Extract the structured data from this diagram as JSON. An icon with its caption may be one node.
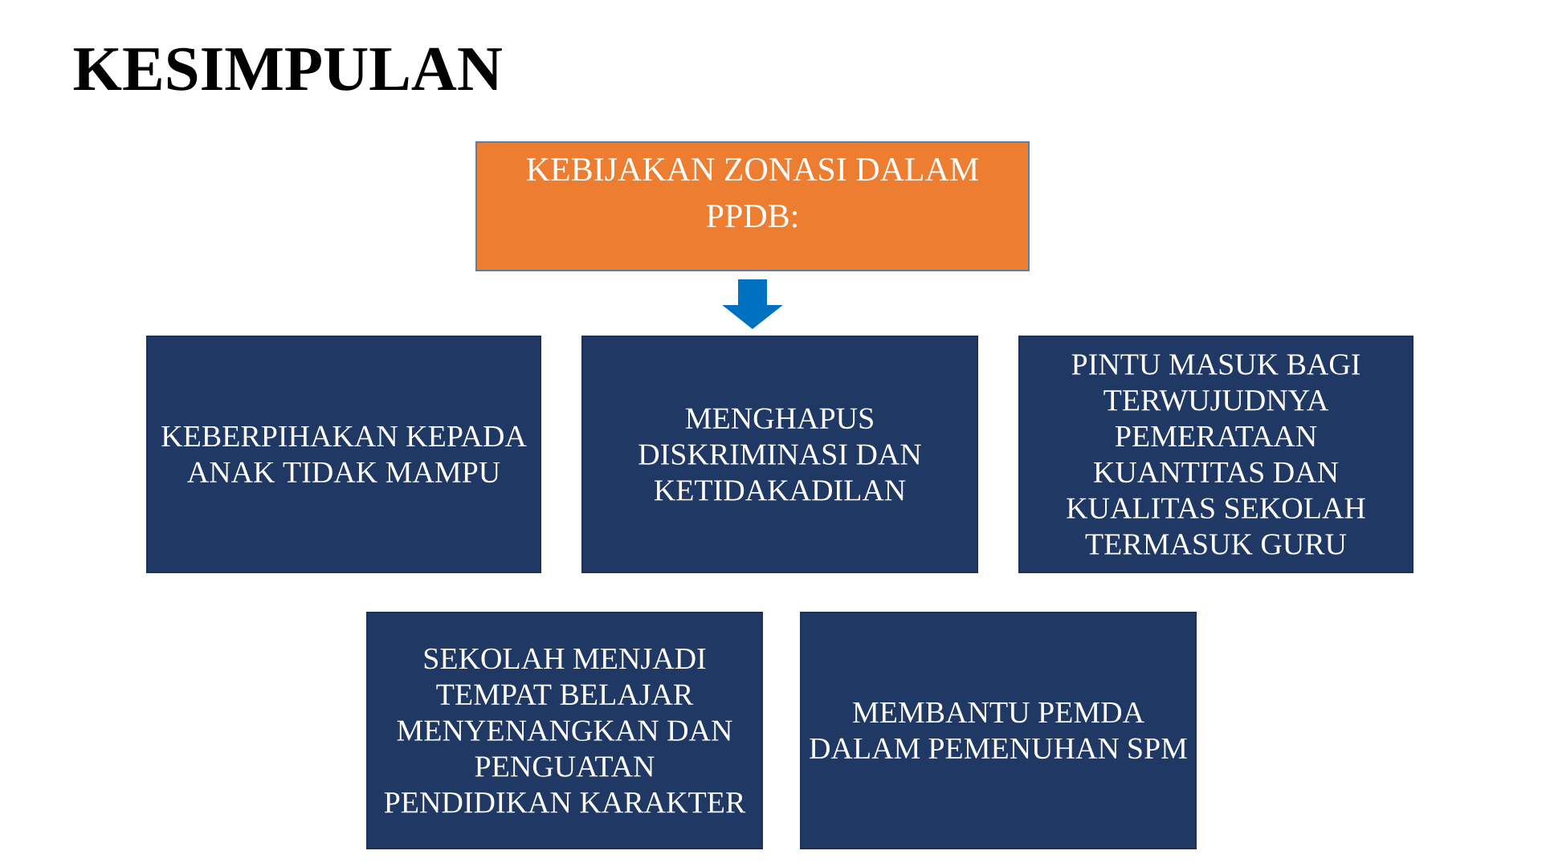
{
  "diagram": {
    "title": "KESIMPULAN",
    "nodes": [
      {
        "text": [
          "KEBIJAKAN ZONASI DALAM PPDB:"
        ]
      },
      {
        "text": [
          "KEBERPIHAKAN KEPADA ANAK TIDAK MAMPU"
        ]
      },
      {
        "text": [
          "MENGHAPUS DISKRIMINASI DAN KETIDAKADILAN"
        ]
      },
      {
        "text": [
          "PINTU MASUK BAGI TERWUJUDNYA PEMERATAAN KUANTITAS DAN KUALITAS SEKOLAH TERMASUK GURU"
        ]
      },
      {
        "text": [
          "SEKOLAH MENJADI TEMPAT BELAJAR MENYENANGKAN DAN PENGUATAN PENDIDIKAN KARAKTER"
        ]
      },
      {
        "text": [
          "MEMBANTU PEMDA DALAM PEMENUHAN SPM"
        ]
      }
    ],
    "edges": [
      {
        "from": 0,
        "to": 2,
        "arrow": "to",
        "color": "#0070c0"
      }
    ]
  }
}
